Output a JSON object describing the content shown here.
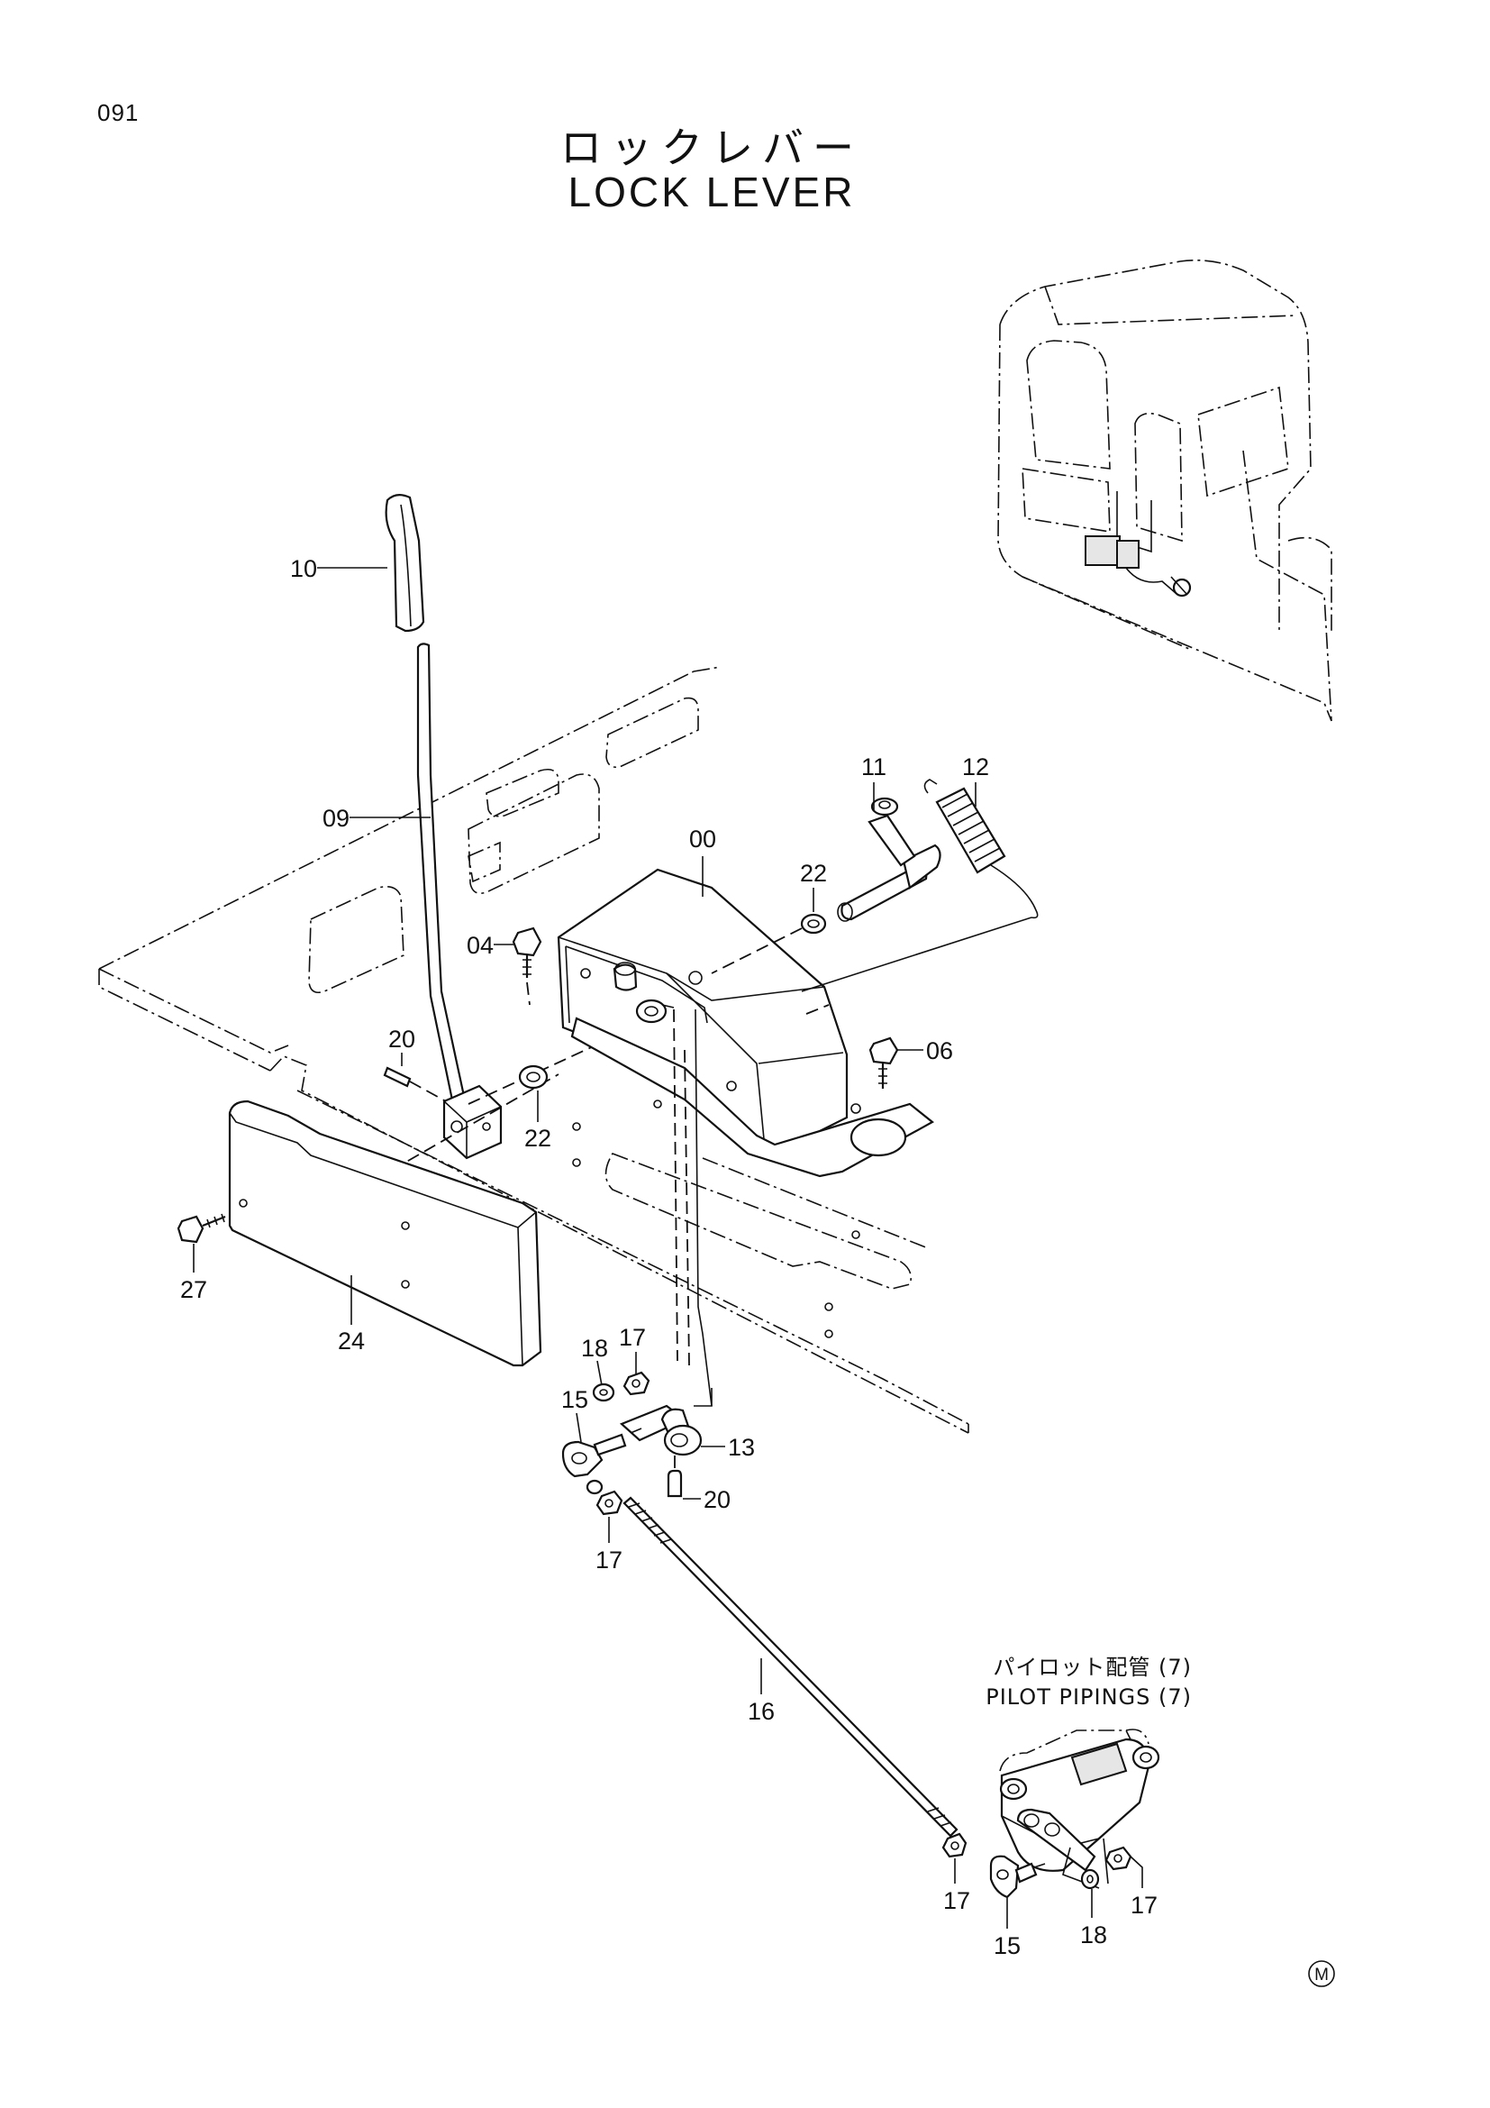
{
  "page_number": "091",
  "title": {
    "japanese": "ロックレバー",
    "english": "LOCK LEVER"
  },
  "reference": {
    "japanese": "パイロット配管 (7)",
    "english": "PILOT PIPINGS (7)"
  },
  "part_labels": {
    "p00": "00",
    "p04": "04",
    "p06": "06",
    "p09": "09",
    "p10": "10",
    "p11": "11",
    "p12": "12",
    "p13": "13",
    "p15a": "15",
    "p15b": "15",
    "p16": "16",
    "p17a": "17",
    "p17b": "17",
    "p17c": "17",
    "p17d": "17",
    "p18a": "18",
    "p18b": "18",
    "p20a": "20",
    "p20b": "20",
    "p22a": "22",
    "p22b": "22",
    "p24": "24",
    "p27": "27"
  },
  "corner_mark": "M"
}
